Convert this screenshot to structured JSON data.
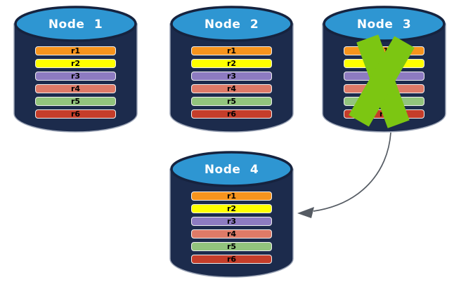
{
  "nodes": [
    {
      "label": "Node 1",
      "failed": false
    },
    {
      "label": "Node 2",
      "failed": false
    },
    {
      "label": "Node 3",
      "failed": true
    },
    {
      "label": "Node 4",
      "failed": false
    }
  ],
  "rows": [
    {
      "label": "r1",
      "color": "#F7941D"
    },
    {
      "label": "r2",
      "color": "#FFFF00"
    },
    {
      "label": "r3",
      "color": "#8D7BC1"
    },
    {
      "label": "r4",
      "color": "#DE7A67"
    },
    {
      "label": "r5",
      "color": "#92C47D"
    },
    {
      "label": "r6",
      "color": "#C53D2A"
    }
  ],
  "arrow": {
    "from": "Node 3",
    "to": "Node 4"
  },
  "colors": {
    "background": "#FFFFFF",
    "cylinder_body": "#1C2B4C",
    "cylinder_outline": "#9AA3B5",
    "cylinder_top": "#2E96D2",
    "cylinder_top_stroke": "#16233F",
    "failure_x": "#7CC612",
    "arrow": "#555B63",
    "title_text": "#FFFFFF",
    "row_text": "#000000"
  }
}
